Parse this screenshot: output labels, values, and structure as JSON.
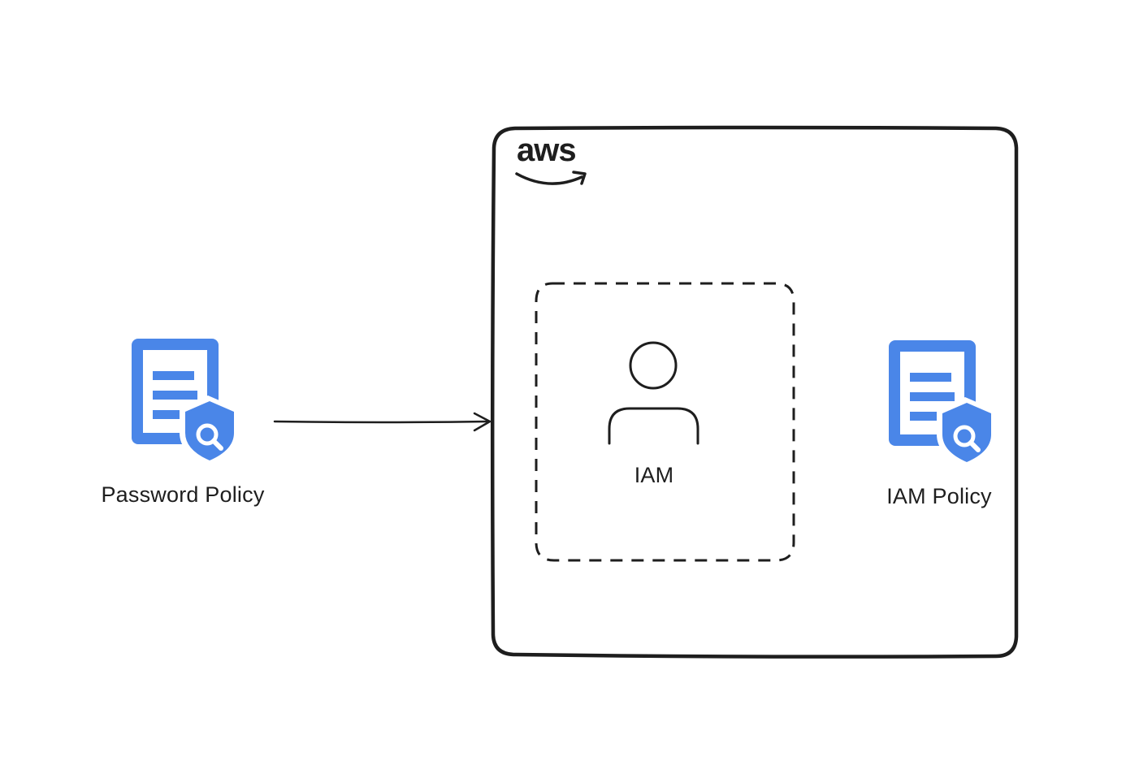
{
  "diagram": {
    "nodes": {
      "password_policy": {
        "label": "Password Policy",
        "icon": "policy-document-shield-icon",
        "color": "#4a86e8"
      },
      "iam_policy": {
        "label": "IAM Policy",
        "icon": "policy-document-shield-icon",
        "color": "#4a86e8"
      },
      "iam": {
        "label": "IAM",
        "icon": "user-icon"
      }
    },
    "aws_group": {
      "logo_text": "aws",
      "icon": "aws-logo-icon"
    },
    "edges": [
      {
        "from": "password_policy",
        "to": "aws_group"
      }
    ],
    "colors": {
      "stroke": "#1e1e1e",
      "icon_blue": "#4a86e8",
      "background": "#ffffff"
    }
  }
}
